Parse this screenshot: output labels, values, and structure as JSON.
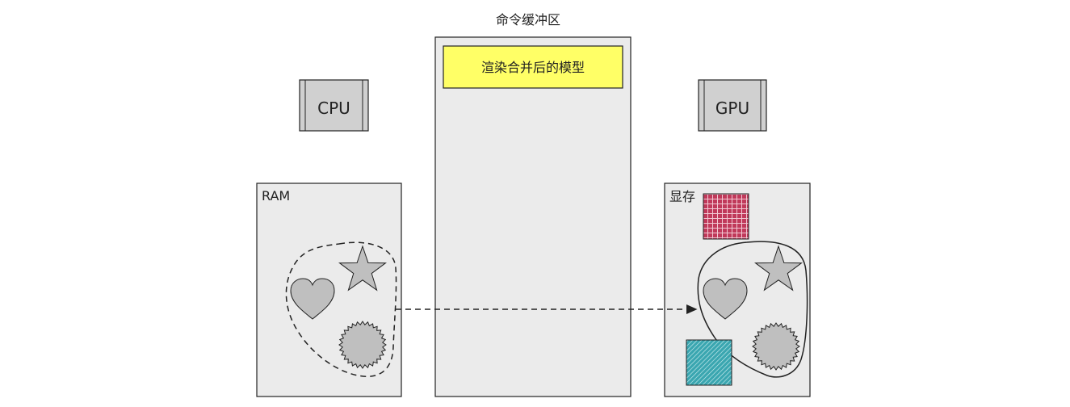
{
  "command_buffer": {
    "label": "命令缓冲区",
    "item": "渲染合并后的模型"
  },
  "cpu": {
    "label": "CPU"
  },
  "gpu": {
    "label": "GPU"
  },
  "ram": {
    "label": "RAM"
  },
  "vram": {
    "label": "显存"
  },
  "colors": {
    "panel_fill": "#ebebeb",
    "chip_fill": "#d0d0d0",
    "item_fill": "#ffff66",
    "shape_fill": "#bfbfbf",
    "texture_red": "#c0395a",
    "texture_teal": "#3aa6b0",
    "stroke": "#222222"
  },
  "icons": [
    "heart-icon",
    "star-icon",
    "gear-icon",
    "texture-red-icon",
    "texture-teal-icon"
  ]
}
